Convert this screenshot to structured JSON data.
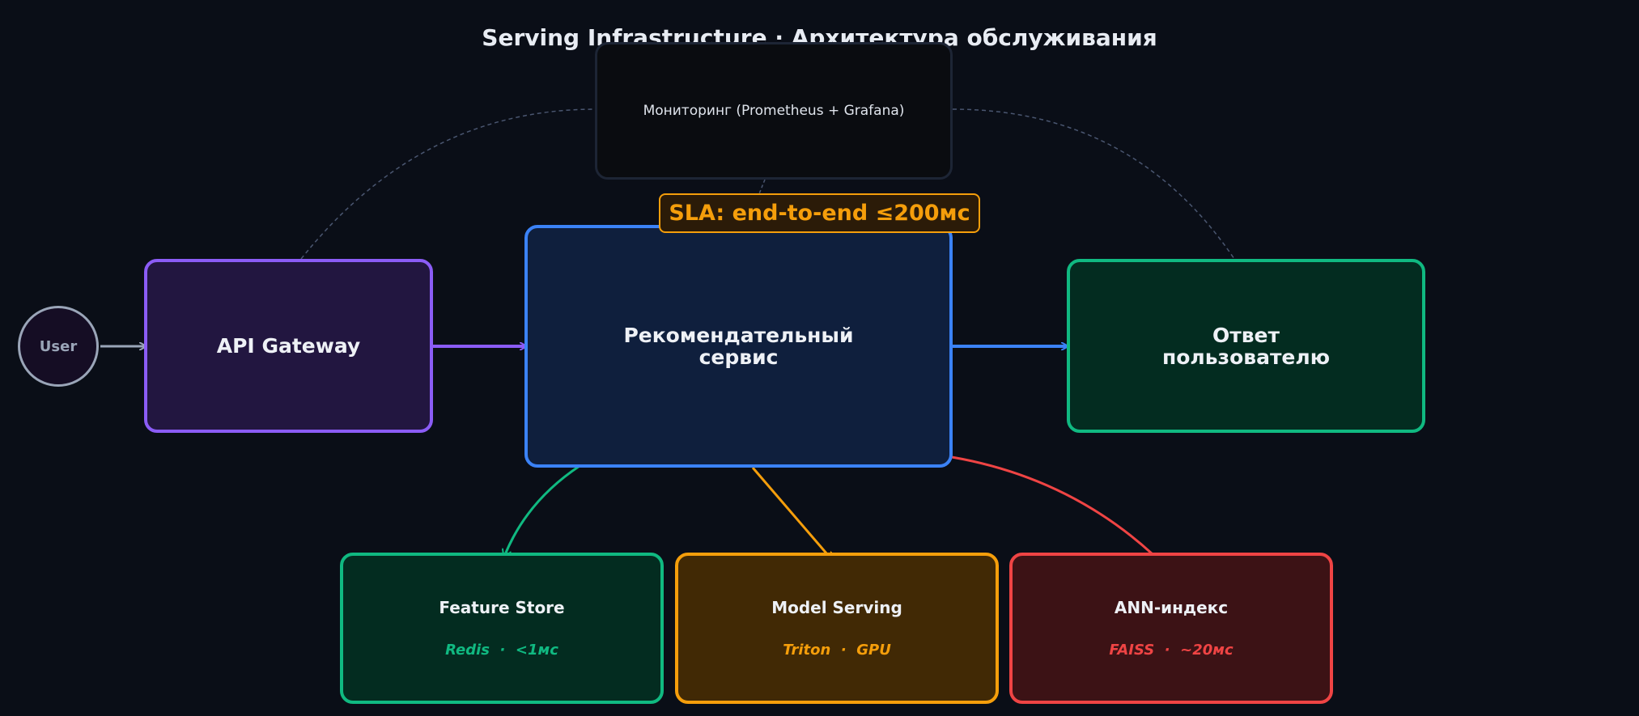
{
  "title": "Serving Infrastructure  ·  Архитектура обслуживания",
  "user": "User",
  "gateway": "API Gateway",
  "service": "Рекомендательный\nсервис",
  "response": "Ответ\nпользователю",
  "monitoring": "Мониторинг (Prometheus + Grafana)",
  "sla": "SLA: end-to-end ≤200мс",
  "stores": [
    {
      "title": "Feature Store",
      "subtitle": "Redis  ·  <1мс"
    },
    {
      "title": "Model Serving",
      "subtitle": "Triton  ·  GPU"
    },
    {
      "title": "ANN-индекс",
      "subtitle": "FAISS  ·  ~20мс"
    }
  ],
  "colors": {
    "background": "#0a0e17",
    "purple": "#8b5cf6",
    "blue": "#3b82f6",
    "green": "#10b981",
    "orange": "#f59e0b",
    "red": "#ef4444",
    "gray": "#9aa5b8"
  }
}
